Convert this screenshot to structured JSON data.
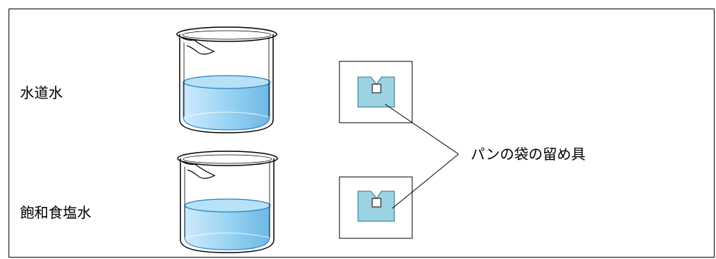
{
  "labels": {
    "tap_water": "水道水",
    "saturated_salt_water": "飽和食塩水",
    "bread_bag_clip": "パンの袋の留め具"
  },
  "colors": {
    "water_fill": "#9ad4f2",
    "water_edge": "#2a7fc0",
    "clip_fill": "#9cd3e3",
    "line": "#000000"
  }
}
